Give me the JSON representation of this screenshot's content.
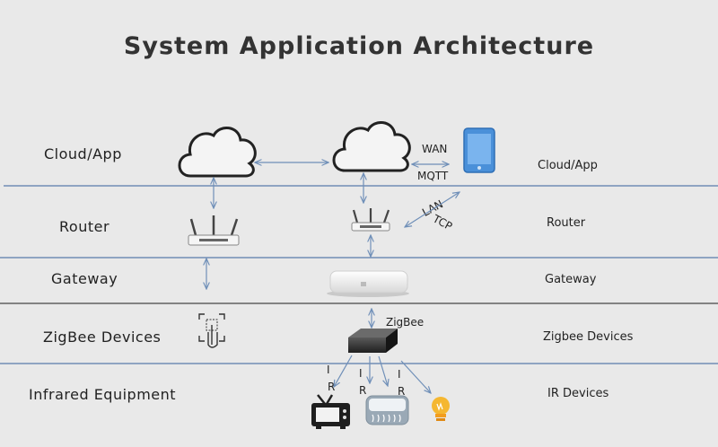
{
  "title": "System Application Architecture",
  "layers_left": {
    "cloud": "Cloud/App",
    "router": "Router",
    "gateway": "Gateway",
    "zigbee": "ZigBee Devices",
    "infrared": "Infrared Equipment"
  },
  "layers_right": {
    "cloud": "Cloud/App",
    "router": "Router",
    "gateway": "Gateway",
    "zigbee": "Zigbee Devices",
    "infrared": "IR Devices"
  },
  "edge_labels": {
    "wan": "WAN",
    "mqtt": "MQTT",
    "lan": "LAN",
    "tcp": "TCP",
    "zigbee": "ZigBee",
    "ir_i1": "I",
    "ir_r1": "R",
    "ir_i2": "I",
    "ir_r2": "R",
    "ir_i3": "I",
    "ir_r3": "R"
  },
  "colors": {
    "arrow": "#6f8fb8",
    "divider": "#5a7bab",
    "phone": "#4a90d9"
  }
}
